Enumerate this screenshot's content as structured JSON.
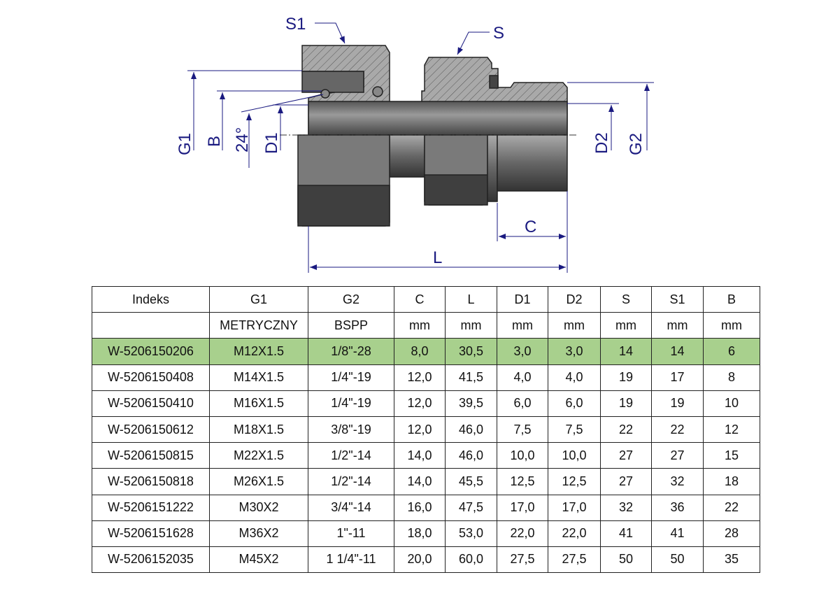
{
  "drawing": {
    "labels": {
      "s1": "S1",
      "s": "S",
      "g1": "G1",
      "b": "B",
      "angle": "24°",
      "d1": "D1",
      "d2": "D2",
      "g2": "G2",
      "c": "C",
      "l": "L"
    }
  },
  "table": {
    "headers": [
      "Indeks",
      "G1",
      "G2",
      "C",
      "L",
      "D1",
      "D2",
      "S",
      "S1",
      "B"
    ],
    "units": [
      "",
      "METRYCZNY",
      "BSPP",
      "mm",
      "mm",
      "mm",
      "mm",
      "mm",
      "mm",
      "mm"
    ],
    "highlight_color": "#a8d08d",
    "rows": [
      [
        "W-5206150206",
        "M12X1.5",
        "1/8\"-28",
        "8,0",
        "30,5",
        "3,0",
        "3,0",
        "14",
        "14",
        "6"
      ],
      [
        "W-5206150408",
        "M14X1.5",
        "1/4\"-19",
        "12,0",
        "41,5",
        "4,0",
        "4,0",
        "19",
        "17",
        "8"
      ],
      [
        "W-5206150410",
        "M16X1.5",
        "1/4\"-19",
        "12,0",
        "39,5",
        "6,0",
        "6,0",
        "19",
        "19",
        "10"
      ],
      [
        "W-5206150612",
        "M18X1.5",
        "3/8\"-19",
        "12,0",
        "46,0",
        "7,5",
        "7,5",
        "22",
        "22",
        "12"
      ],
      [
        "W-5206150815",
        "M22X1.5",
        "1/2\"-14",
        "14,0",
        "46,0",
        "10,0",
        "10,0",
        "27",
        "27",
        "15"
      ],
      [
        "W-5206150818",
        "M26X1.5",
        "1/2\"-14",
        "14,0",
        "45,5",
        "12,5",
        "12,5",
        "27",
        "32",
        "18"
      ],
      [
        "W-5206151222",
        "M30X2",
        "3/4\"-14",
        "16,0",
        "47,5",
        "17,0",
        "17,0",
        "32",
        "36",
        "22"
      ],
      [
        "W-5206151628",
        "M36X2",
        "1\"-11",
        "18,0",
        "53,0",
        "22,0",
        "22,0",
        "41",
        "41",
        "28"
      ],
      [
        "W-5206152035",
        "M45X2",
        "1 1/4\"-11",
        "20,0",
        "60,0",
        "27,5",
        "27,5",
        "50",
        "50",
        "35"
      ]
    ]
  }
}
